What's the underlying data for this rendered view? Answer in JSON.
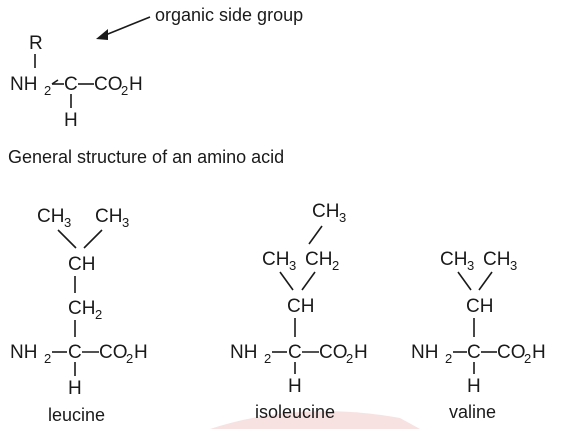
{
  "general": {
    "side_label": "organic side group",
    "caption": "General structure of an amino acid",
    "R": "R",
    "NH": "NH",
    "sub2": "2",
    "C": "C",
    "CO": "CO",
    "OH": "H",
    "H": "H"
  },
  "leucine": {
    "name": "leucine",
    "CH3a": "CH",
    "CH3b": "CH",
    "sub3": "3",
    "CH": "CH",
    "CH2": "CH",
    "sub2": "2",
    "NH": "NH",
    "C": "C",
    "CO": "CO",
    "OH": "H",
    "H": "H"
  },
  "isoleucine": {
    "name": "isoleucine",
    "CH3top": "CH",
    "CH3": "CH",
    "CH2": "CH",
    "sub3": "3",
    "sub2": "2",
    "CH": "CH",
    "NH": "NH",
    "C": "C",
    "CO": "CO",
    "OH": "H",
    "H": "H"
  },
  "valine": {
    "name": "valine",
    "CH3a": "CH",
    "CH3b": "CH",
    "sub3": "3",
    "sub2": "2",
    "CH": "CH",
    "NH": "NH",
    "C": "C",
    "CO": "CO",
    "OH": "H",
    "H": "H"
  },
  "colors": {
    "ink": "#1a1a1a",
    "watermark": "#f3c9c9"
  }
}
